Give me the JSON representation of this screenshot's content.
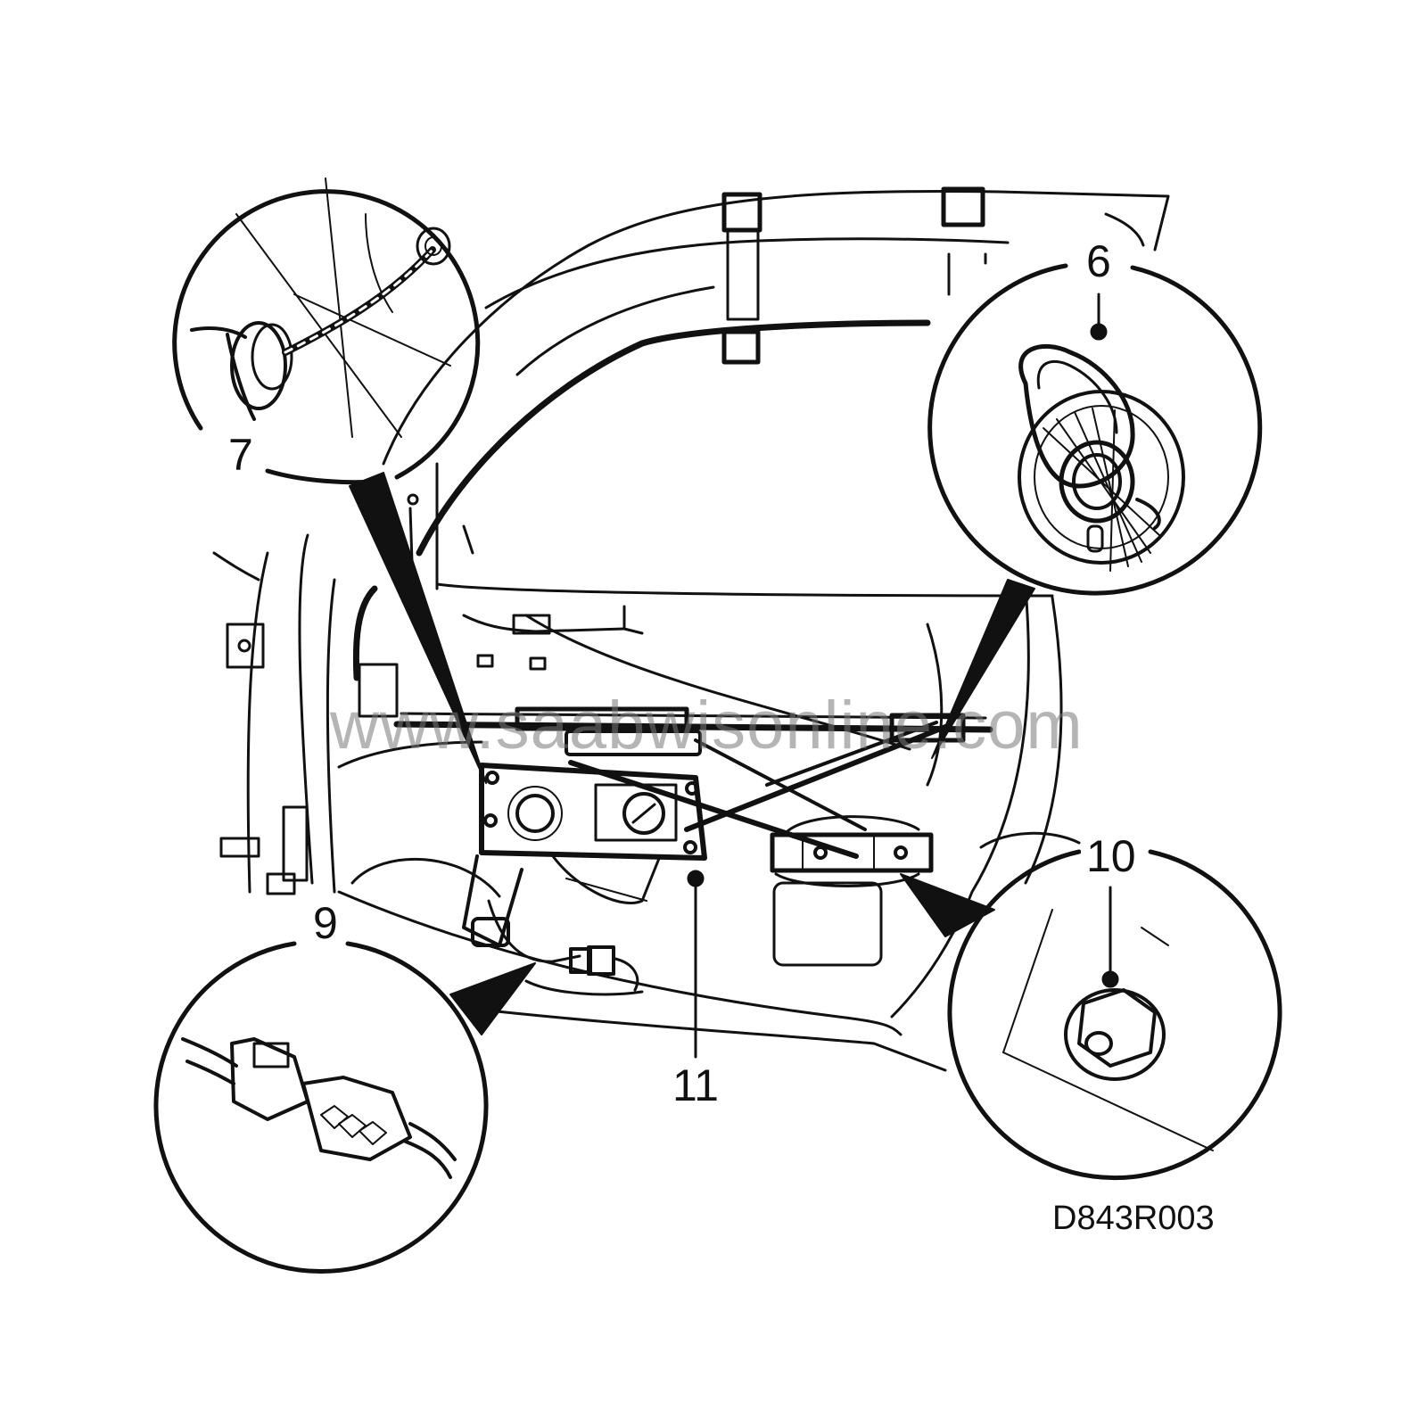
{
  "diagram": {
    "callouts": {
      "c6": "6",
      "c7": "7",
      "c9": "9",
      "c10": "10",
      "c11": "11"
    },
    "watermark": "www.saabwisonline.com",
    "drawing_code": "D843R003"
  },
  "colors": {
    "line": "#111111",
    "watermark": "#8a8a8a",
    "background": "#ffffff"
  }
}
